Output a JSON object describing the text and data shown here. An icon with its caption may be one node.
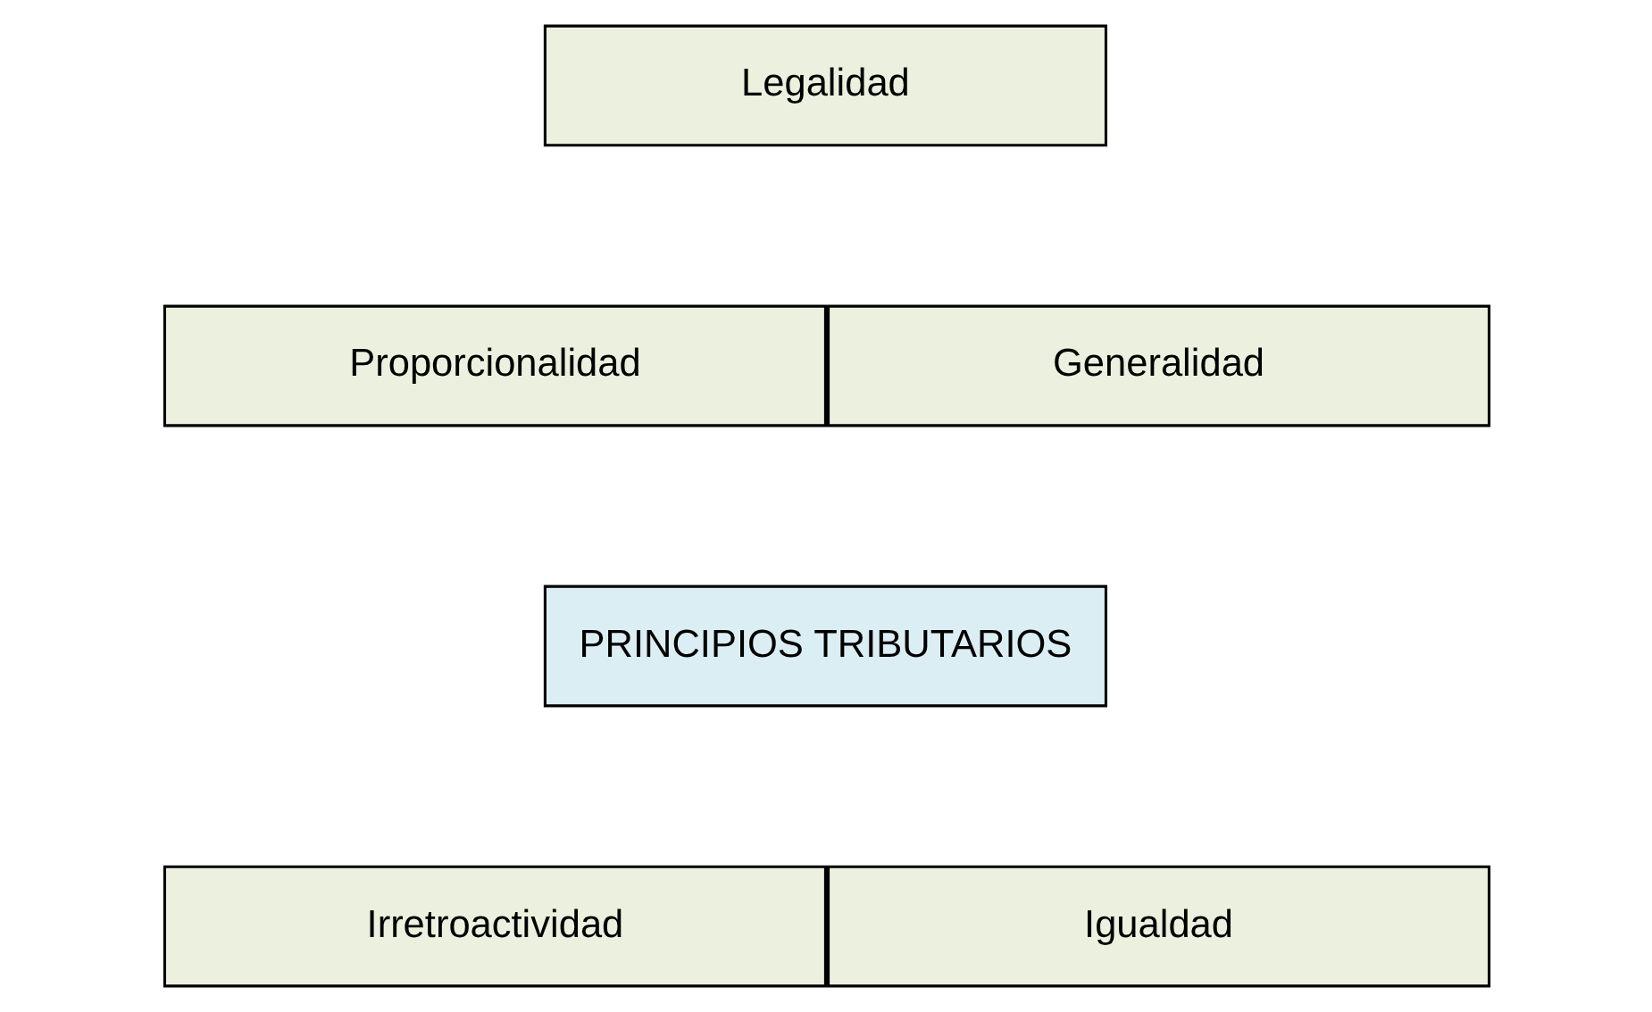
{
  "diagram": {
    "nodes": [
      {
        "text": [
          "Legalidad"
        ]
      },
      {
        "text": [
          "Proporcionalidad"
        ]
      },
      {
        "text": [
          "Generalidad"
        ]
      },
      {
        "text": [
          "PRINCIPIOS TRIBUTARIOS"
        ]
      },
      {
        "text": [
          "Irretroactividad"
        ]
      },
      {
        "text": [
          "Igualdad"
        ]
      }
    ]
  }
}
